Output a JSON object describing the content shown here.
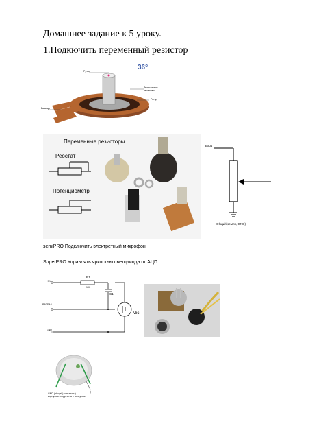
{
  "doc": {
    "title": "Домашнее задание к 5 уроку.",
    "task1": "1.Подкючить переменный резистор",
    "semipro": "semiPRO Подключить электретный микрофон",
    "superpro": "SuperPRO Управлять яркостью светодиода от АЦП"
  },
  "fig_pot3d": {
    "angle": "36°",
    "labels": [
      "Ручка",
      "Резистивное вещество",
      "Ротор",
      "Вывода"
    ]
  },
  "fig_resistors": {
    "title": "Переменные резисторы",
    "reostat": "Реостат",
    "potentiometer": "Потенциометр"
  },
  "fig_pot_schematic": {
    "input": "Вход",
    "ground": "Общий(земля, GND)"
  },
  "fig_mic_circuit": {
    "r1": "R1",
    "r1_value": "10K",
    "c1": "C1",
    "mic": "Mic",
    "vcc": "+5V",
    "pin": "PA0/PA4",
    "gnd": "GND"
  },
  "fig_mic_bottom": {
    "caption": "GND (общий) контакт(ы) корпусом соединены с корпусом",
    "plus": "+"
  }
}
